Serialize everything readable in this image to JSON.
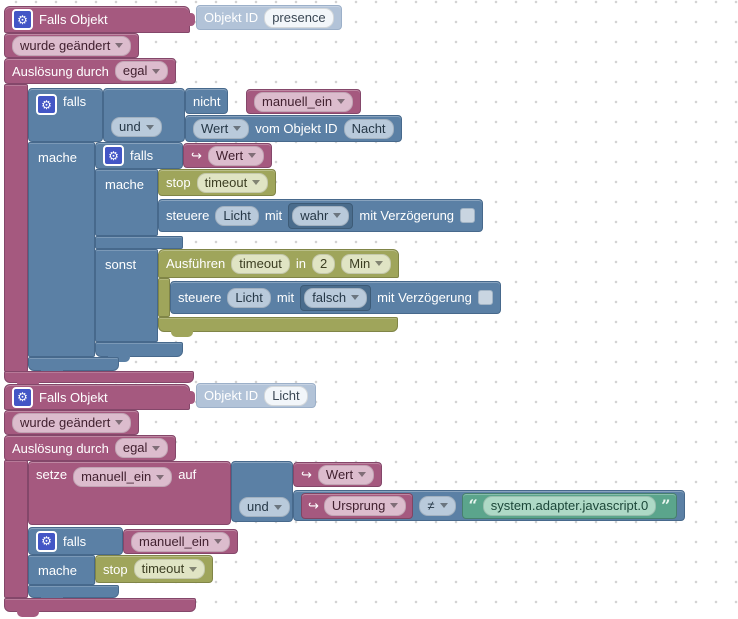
{
  "icons": {
    "gear": "⚙",
    "value_arrow": "↪",
    "quote_open": "“",
    "quote_close": "”"
  },
  "colors": {
    "magenta": "#a5597f",
    "blue": "#5b80a5",
    "light_blue": "#b2c3d8",
    "olive": "#9fa55b",
    "green": "#5ba58c",
    "gear_blue": "#4356c6"
  },
  "stack1": {
    "trigger": {
      "title": "Falls Objekt",
      "oid_label": "Objekt ID",
      "oid_value": "presence",
      "change_mode": "wurde geändert",
      "trigger_by_label": "Auslösung durch",
      "trigger_by_value": "egal"
    },
    "if_outer": {
      "falls_label": "falls",
      "mache_label": "mache"
    },
    "and_block": {
      "operator": "und"
    },
    "not_block": {
      "label": "nicht",
      "variable": "manuell_ein"
    },
    "value_from_object": {
      "attribute": "Wert",
      "label": "vom Objekt ID",
      "object_id": "Nacht"
    },
    "if_inner": {
      "falls_label": "falls",
      "mache_label": "mache",
      "sonst_label": "sonst"
    },
    "trigger_value": {
      "attribute": "Wert"
    },
    "stop_block": {
      "label": "stop",
      "name": "timeout"
    },
    "control_true": {
      "label": "steuere",
      "object_id": "Licht",
      "with_label": "mit",
      "value": "wahr",
      "delay_label": "mit Verzögerung"
    },
    "exec_block": {
      "label": "Ausführen",
      "name": "timeout",
      "in_label": "in",
      "number": "2",
      "unit": "Min"
    },
    "control_false": {
      "label": "steuere",
      "object_id": "Licht",
      "with_label": "mit",
      "value": "falsch",
      "delay_label": "mit Verzögerung"
    }
  },
  "stack2": {
    "trigger": {
      "title": "Falls Objekt",
      "oid_label": "Objekt ID",
      "oid_value": "Licht",
      "change_mode": "wurde geändert",
      "trigger_by_label": "Auslösung durch",
      "trigger_by_value": "egal"
    },
    "set_block": {
      "label": "setze",
      "variable": "manuell_ein",
      "auf_label": "auf"
    },
    "and_block": {
      "operator": "und"
    },
    "trigger_value": {
      "attribute": "Wert"
    },
    "comparison": {
      "attribute": "Ursprung",
      "operator": "≠",
      "string_value": "system.adapter.javascript.0"
    },
    "if_block": {
      "falls_label": "falls",
      "variable": "manuell_ein",
      "mache_label": "mache"
    },
    "stop_block": {
      "label": "stop",
      "name": "timeout"
    }
  }
}
